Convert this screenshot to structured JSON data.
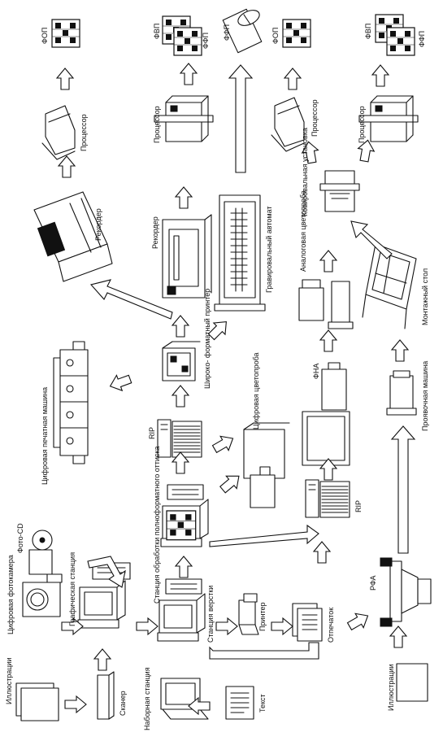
{
  "nodes": {
    "illustrations_top": "Иллюстрации",
    "digital_camera": "Цифровая фотокамера",
    "photo_cd": "Фото-CD",
    "scanner": "Сканер",
    "graphic_station": "Графическая станция",
    "typesetting_station": "Наборная станция",
    "text": "Текст",
    "layout_station": "Станция верстки",
    "printer": "Принтер",
    "print": "Отпечаток",
    "proof_station": "Станция обработки полноформатного оттиска",
    "rip_left": "RIP",
    "wide_printer": "Широко- форматный принтер",
    "digital_press": "Цифровая печатная машина",
    "recorder_left": "Рекордер",
    "processor_left": "Процессор",
    "fop_left": "ФОП",
    "recorder_mid": "Рекордер",
    "processor_mid": "Процессор",
    "fvp_mid": "ФВП",
    "fvp_mid_2": "ФФП",
    "engraver": "Гравировальный автомат",
    "ffp": "ФФП",
    "digital_proof": "Цифровая цветопроба",
    "rip_right": "RIP",
    "fna": "ФНА",
    "analog_proof": "Аналоговая цветопроба",
    "copy_unit": "Копировальная установка",
    "processor_right1": "Процессор",
    "fop_right": "ФОП",
    "mounting_table": "Монтажный стол",
    "developing_machine": "Проявочная машина",
    "processor_right2": "Процессор",
    "fvp_right": "ФВП",
    "ffp_right": "ФФП",
    "rfa": "РФА",
    "illustrations_bottom": "Иллюстрации"
  }
}
